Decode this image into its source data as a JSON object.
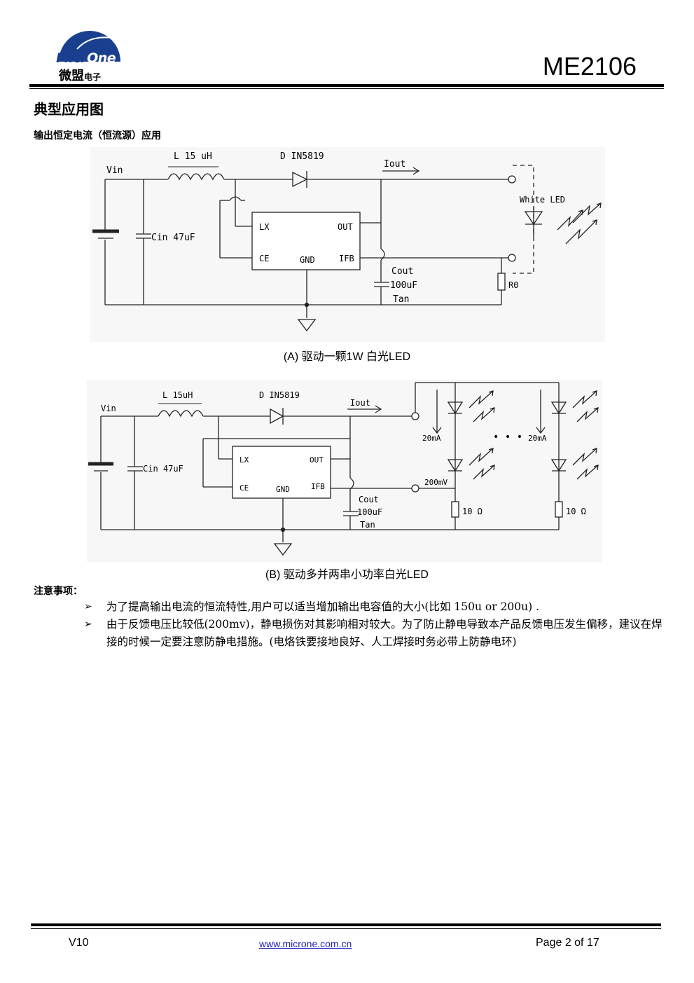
{
  "header": {
    "logo_en_a": "Micr",
    "logo_en_b": "One",
    "logo_cn": "微盟",
    "logo_cn_small": "电子",
    "part_number": "ME2106"
  },
  "section_title": "典型应用图",
  "subsection_title": "输出恒定电流（恒流源）应用",
  "circuit_a": {
    "vin": "Vin",
    "inductor": "L  15 uH",
    "diode": "D  IN5819",
    "iout": "Iout",
    "cin": "Cin  47uF",
    "lx": "LX",
    "out": "OUT",
    "ce": "CE",
    "gnd": "GND",
    "ifb": "IFB",
    "cout": "Cout",
    "cout_val": "100uF",
    "cout_type": "Tan",
    "r0": "R0",
    "led": "White LED",
    "caption": "(A)  驱动一颗1W  白光LED"
  },
  "circuit_b": {
    "vin": "Vin",
    "inductor": "L  15uH",
    "diode": "D  IN5819",
    "iout": "Iout",
    "cin": "Cin  47uF",
    "lx": "LX",
    "out": "OUT",
    "ce": "CE",
    "gnd": "GND",
    "ifb": "IFB",
    "cout": "Cout",
    "cout_val": "100uF",
    "cout_type": "Tan",
    "i1": "20mA",
    "i2": "20mA",
    "dots": "• • •",
    "vfb": "200mV",
    "r1": "10 Ω",
    "r2": "10 Ω",
    "caption": "(B)  驱动多并两串小功率白光LED"
  },
  "notes": {
    "heading": "注意事项：",
    "bullet_symbol": "➢",
    "items": [
      "为了提高输出电流的恒流特性,用户可以适当增加输出电容值的大小(比如 150u or 200u) .",
      "由于反馈电压比较低(200mv)，静电损伤对其影响相对较大。为了防止静电导致本产品反馈电压发生偏移，建议在焊接的时候一定要注意防静电措施。(电烙铁要接地良好、人工焊接时务必带上防静电环)"
    ]
  },
  "footer": {
    "version": "V10",
    "url": "www.microne.com.cn",
    "page": "Page 2 of 17"
  }
}
